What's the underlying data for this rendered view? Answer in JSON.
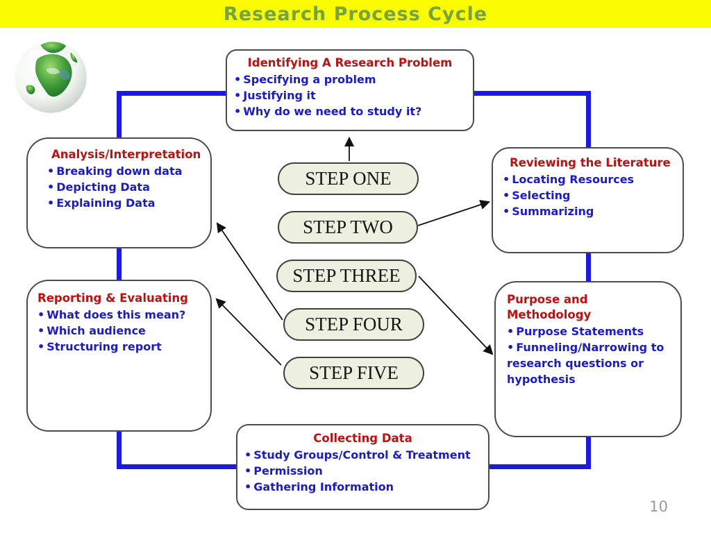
{
  "slide": {
    "title": "Research Process Cycle",
    "page_number": "10"
  },
  "colors": {
    "header_bg": "#FAFA00",
    "header_text": "#76A23F",
    "frame_blue": "#1A1AE0",
    "box_title_red": "#C01010",
    "bullet_text_blue": "#1A1AD2",
    "step_fill": "#EDF0DF",
    "step_border": "#404040",
    "page_number_gray": "#9B9B9B"
  },
  "logo": {
    "icon": "globe-icon"
  },
  "boxes": {
    "identifying": {
      "title": "Identifying A Research Problem",
      "bullets": [
        "Specifying a problem",
        "Justifying it",
        "Why do we need to study it?"
      ]
    },
    "analysis": {
      "title": "Analysis/Interpretation",
      "bullets": [
        "Breaking down data",
        "Depicting Data",
        "Explaining Data"
      ]
    },
    "reviewing": {
      "title": "Reviewing the Literature",
      "bullets": [
        "Locating Resources",
        "Selecting",
        "Summarizing"
      ]
    },
    "reporting": {
      "title": "Reporting & Evaluating",
      "bullets": [
        "What does this mean?",
        "Which audience",
        "Structuring report"
      ]
    },
    "purpose": {
      "title": "Purpose and Methodology",
      "bullets": [
        "Purpose Statements",
        "Funneling/Narrowing to research questions or hypothesis"
      ]
    },
    "collecting": {
      "title": "Collecting Data",
      "bullets": [
        "Study Groups/Control & Treatment",
        "Permission",
        "Gathering Information"
      ]
    }
  },
  "steps": [
    "STEP ONE",
    "STEP TWO",
    "STEP THREE",
    "STEP FOUR",
    "STEP FIVE"
  ]
}
